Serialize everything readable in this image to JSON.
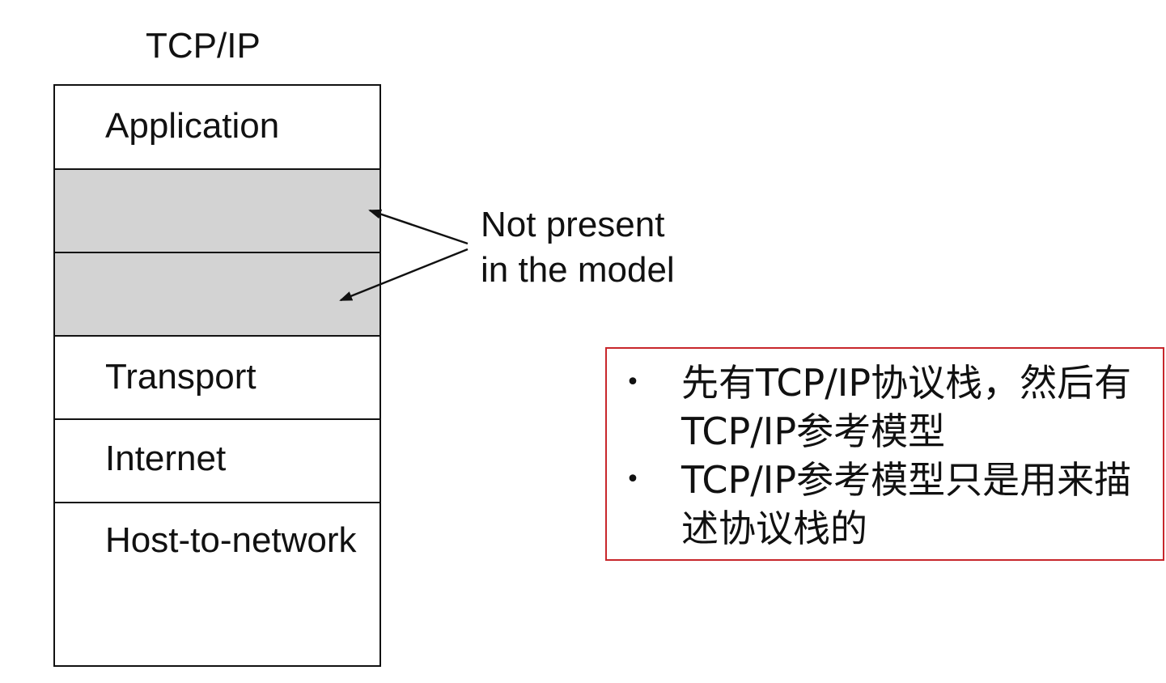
{
  "diagram": {
    "title": "TCP/IP",
    "layers": [
      {
        "label": "Application",
        "present": true
      },
      {
        "label": "",
        "present": false
      },
      {
        "label": "",
        "present": false
      },
      {
        "label": "Transport",
        "present": true
      },
      {
        "label": "Internet",
        "present": true
      },
      {
        "label": "Host-to-network",
        "present": true
      }
    ],
    "annotation": {
      "line1": "Not present",
      "line2": "in the model"
    }
  },
  "notes": {
    "items": [
      {
        "bullet": "•",
        "text": "先有TCP/IP协议栈，然后有TCP/IP参考模型"
      },
      {
        "bullet": "•",
        "text": "TCP/IP参考模型只是用来描述协议栈的"
      }
    ]
  },
  "colors": {
    "absent_layer_fill": "#d3d3d3",
    "note_border": "#c8272b",
    "line": "#111111"
  }
}
